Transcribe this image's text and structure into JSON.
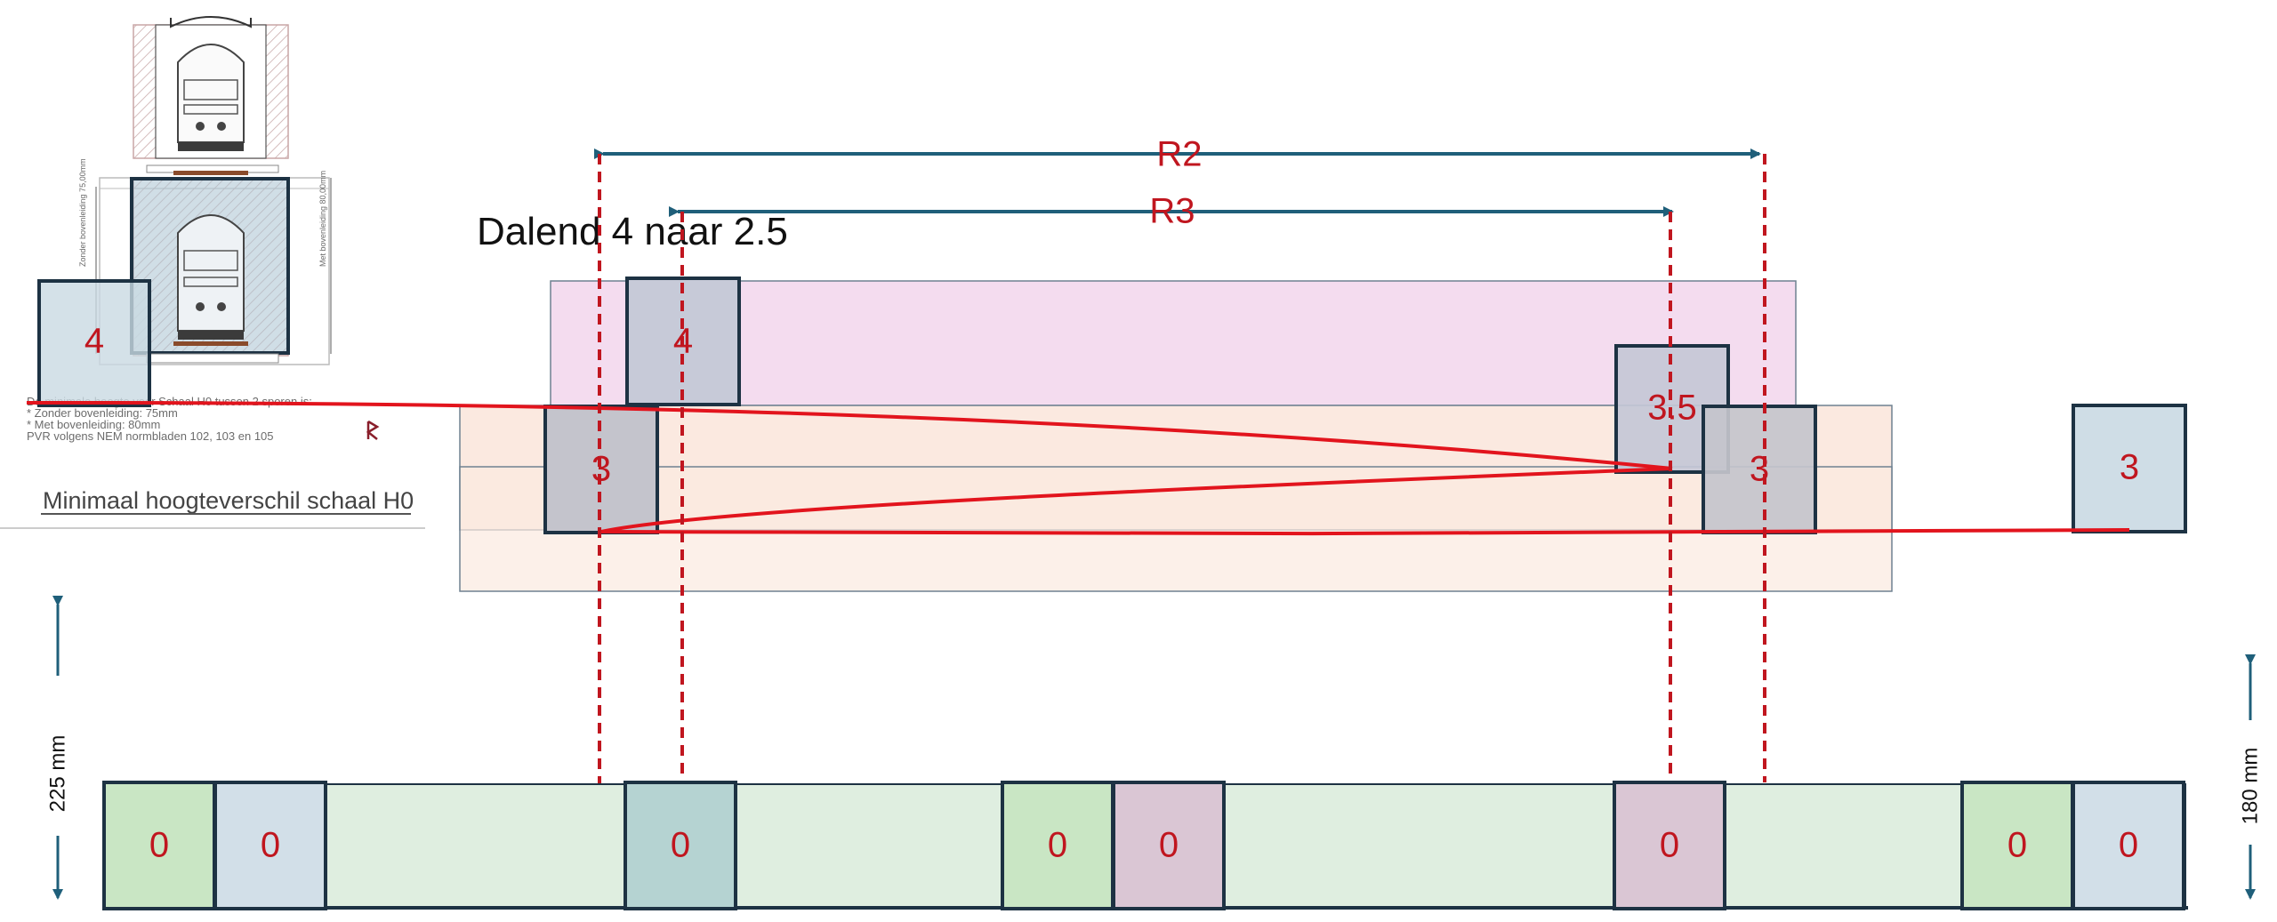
{
  "title": "Dalend 4 naar 2.5",
  "dimensions": {
    "r2": "R2",
    "r3": "R3"
  },
  "inset": {
    "note_lines": [
      "De minimale hoogte voor Schaal H0 tussen 2 sporen is:",
      "* Zonder bovenleiding:      75mm",
      "* Met bovenleiding:           80mm",
      "PVR volgens NEM normbladen 102, 103 en 105"
    ],
    "title": "Minimaal hoogteverschil schaal H0",
    "left_dim": "Zonder bovenleiding 75,00mm",
    "right_dim": "Met bovenleiding 80,00mm"
  },
  "levels": {
    "inset_block": "4",
    "top_block": "4",
    "mid_left": "3",
    "mid_r3": "3.5",
    "mid_r2": "3",
    "right_block": "3"
  },
  "bottom_blocks": [
    "0",
    "0",
    "0",
    "0",
    "0",
    "0",
    "0",
    "0"
  ],
  "measure_left": "225 mm",
  "measure_right": "180 mm",
  "colors": {
    "accent_red": "#c0161f",
    "arrow_teal": "#1f5f7a",
    "pink_layer": "#f4dcef",
    "peach_layer": "#fbe9e0",
    "green_base": "#dfeee0",
    "block_blue": "#d2dfe8",
    "block_green": "#c9e6c4",
    "block_mauve": "#dac6d4",
    "block_teal": "#b5d3d2",
    "block_gray": "#cfcfcf"
  }
}
